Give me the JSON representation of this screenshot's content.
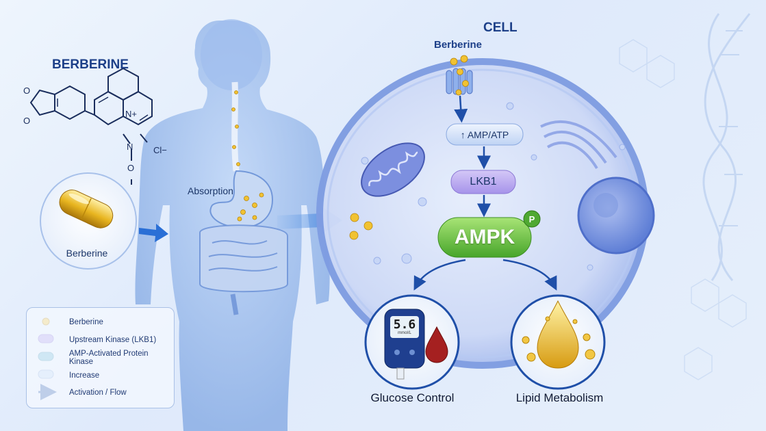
{
  "molecule": {
    "title": "BERBERINE",
    "labels": {
      "o_top": "O",
      "o_bottom": "O",
      "n_plus": "N+",
      "n_minus": "N",
      "o_minus": "O",
      "cl": "Cl−"
    }
  },
  "capsule_label": "Berberine",
  "absorption_label": "Absorption",
  "cell": {
    "title": "CELL",
    "berberine_label": "Berberine",
    "amp_atp": "↑ AMP/ATP",
    "lkb1": "LKB1",
    "ampk": "AMPK",
    "phospho": "P",
    "glucose_label": "Glucose Control",
    "lipid_label": "Lipid Metabolism",
    "meter_reading": "5.6",
    "meter_unit": "mmol/L"
  },
  "legend": {
    "items": [
      {
        "label": "Berberine",
        "icon": "berberine-dot-icon"
      },
      {
        "label": "Upstream Kinase (LKB1)",
        "icon": "lkb1-pill-icon"
      },
      {
        "label": "AMP-Activated Protein Kinase",
        "icon": "ampk-pill-icon"
      },
      {
        "label": "Increase",
        "icon": "increase-pill-icon"
      },
      {
        "label": "Activation / Flow",
        "icon": "arrow-icon"
      }
    ]
  },
  "colors": {
    "title": "#1c3f88",
    "arrow": "#1f4fa8",
    "lkb1": "#b9a7ef",
    "ampk": "#6cc646",
    "capsule": "#e8b520",
    "cell": "#8fa9e8"
  }
}
